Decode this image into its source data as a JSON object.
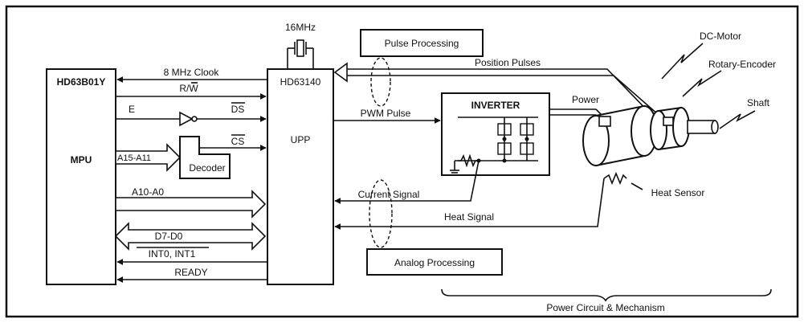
{
  "components": {
    "mpu_part": "HD63B01Y",
    "mpu": "MPU",
    "upp_part": "HD63140",
    "upp": "UPP",
    "decoder": "Decoder",
    "inverter": "INVERTER",
    "crystal": "16MHz",
    "pulse_processing": "Pulse Processing",
    "analog_processing": "Analog Processing",
    "dc_motor": "DC-Motor",
    "rotary_encoder": "Rotary-Encoder",
    "shaft": "Shaft",
    "heat_sensor": "Heat Sensor",
    "power_mechanism": "Power Circuit & Mechanism"
  },
  "signals": {
    "clock": "8 MHz Clook",
    "rw": "R/W",
    "e": "E",
    "ds": "DS",
    "cs": "CS",
    "addr_hi": "A15-A11",
    "addr_lo": "A10-A0",
    "data": "D7-D0",
    "interrupts": "INT0, INT1",
    "ready": "READY",
    "pwm": "PWM Pulse",
    "position": "Position Pulses",
    "power": "Power",
    "current": "Current Signal",
    "heat": "Heat Signal"
  }
}
